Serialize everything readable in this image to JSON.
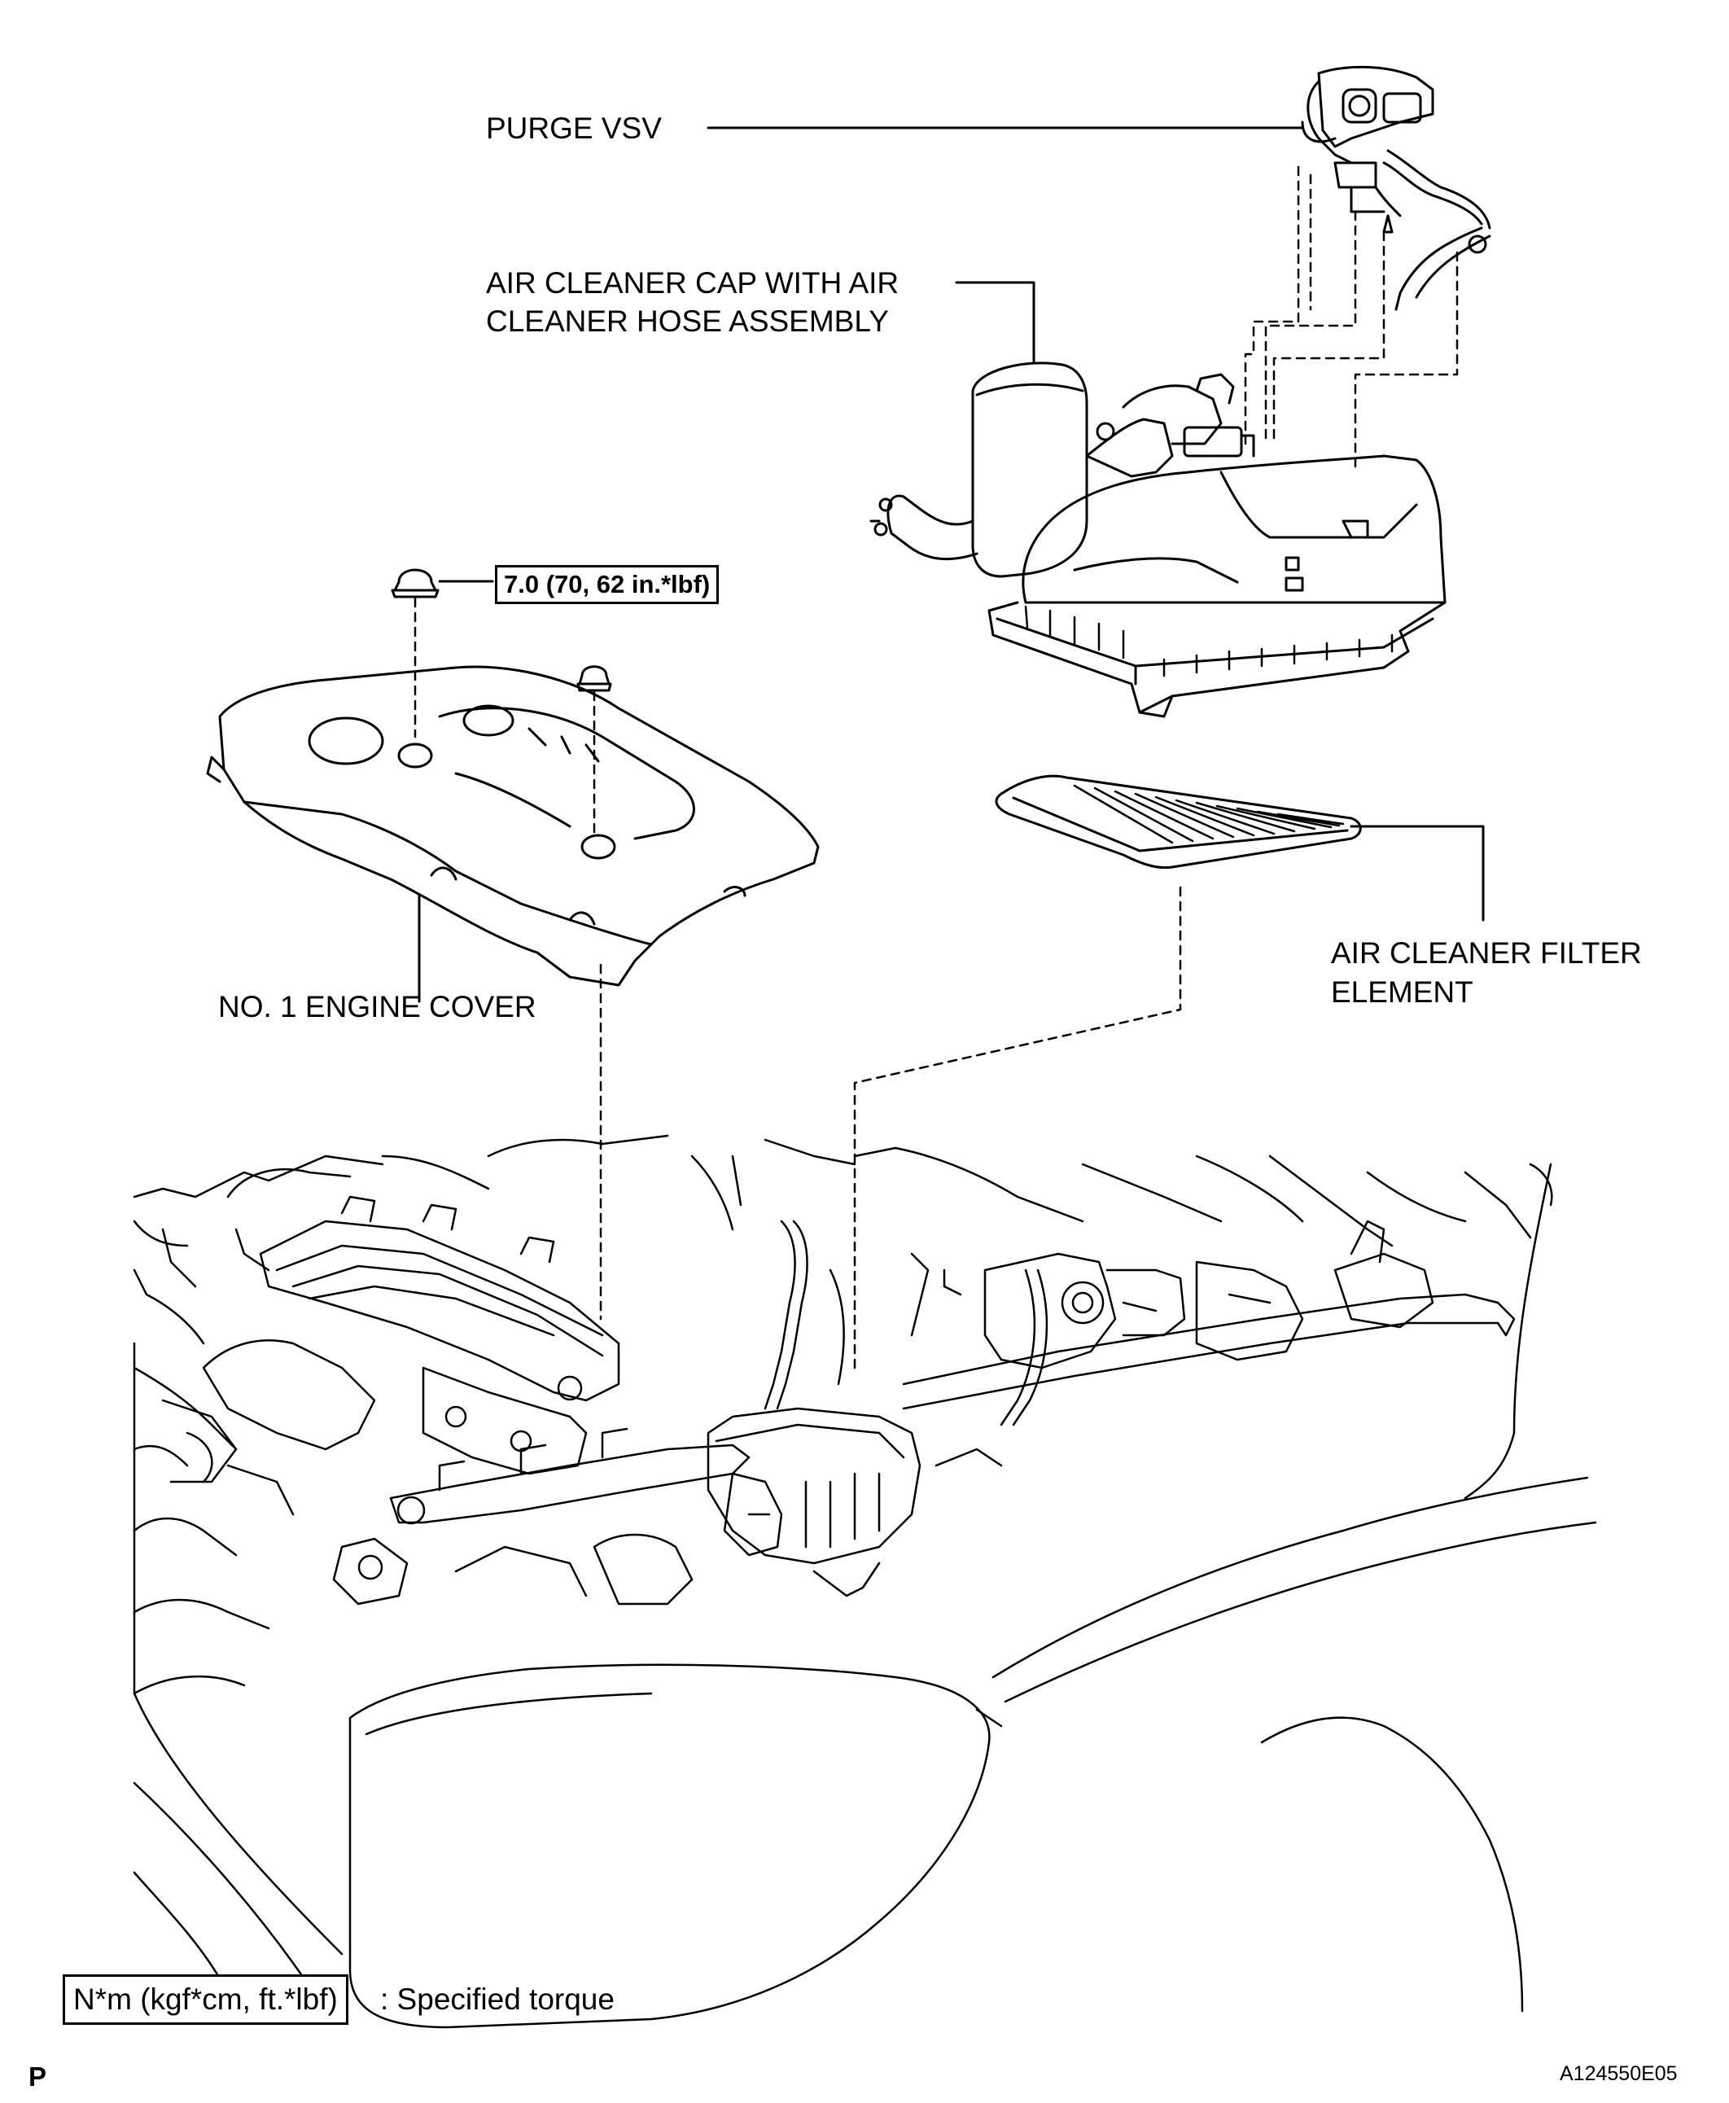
{
  "labels": {
    "purge_vsv": "PURGE VSV",
    "air_cleaner_cap_line1": "AIR CLEANER CAP WITH AIR",
    "air_cleaner_cap_line2": "CLEANER HOSE ASSEMBLY",
    "air_filter_line1": "AIR CLEANER FILTER",
    "air_filter_line2": "ELEMENT",
    "engine_cover": "NO. 1 ENGINE COVER",
    "torque_value": "7.0 (70, 62 in.*lbf)"
  },
  "legend": {
    "unit_box": "N*m (kgf*cm, ft.*lbf)",
    "description": ": Specified torque"
  },
  "footer": {
    "left_code": "P",
    "right_code": "A124550E05"
  }
}
